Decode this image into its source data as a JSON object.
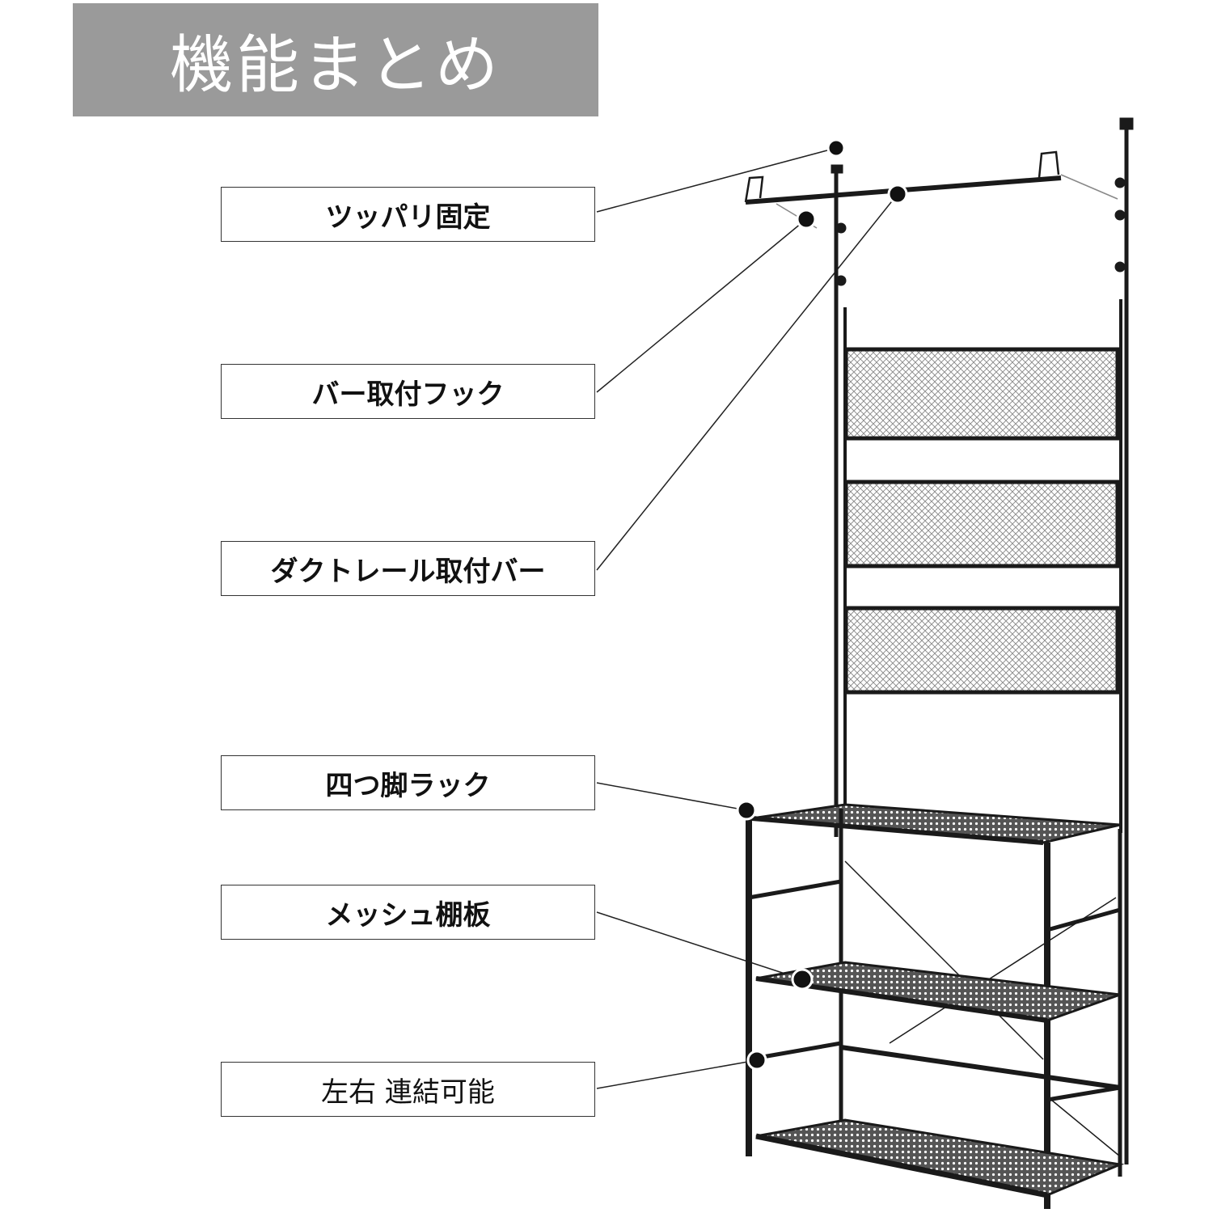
{
  "title": "機能まとめ",
  "labels": [
    {
      "key": "tension",
      "text": "ツッパリ固定"
    },
    {
      "key": "bar-hook",
      "text": "バー取付フック"
    },
    {
      "key": "duct-rail-bar",
      "text": "ダクトレール取付バー"
    },
    {
      "key": "four-leg-rack",
      "text": "四つ脚ラック"
    },
    {
      "key": "mesh-shelf",
      "text": "メッシュ棚板"
    },
    {
      "key": "connectable",
      "text": "左右 連結可能"
    }
  ],
  "colors": {
    "title_bg": "#9a9a9a",
    "title_text": "#ffffff",
    "frame": "#1a1a1a",
    "leader": "#222222",
    "mesh": "#7a7a7a"
  }
}
